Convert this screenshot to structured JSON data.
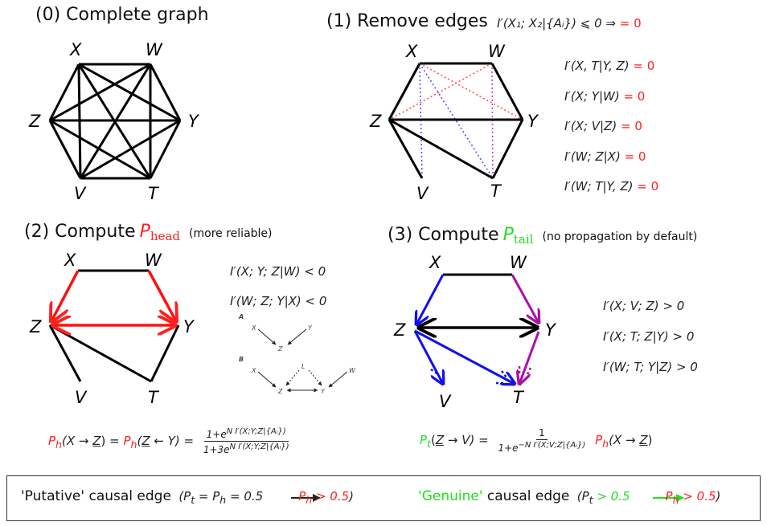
{
  "panel0": {
    "title": "(0) Complete graph"
  },
  "panel1": {
    "title": "(1) Remove edges",
    "rule": "I′(X₁; X₂|{Aᵢ}) ⩽ 0  ⇒",
    "rule_result": "= 0",
    "conditions": [
      {
        "expr": "I′(X, T|Y, Z)",
        "val": "= 0"
      },
      {
        "expr": "I′(X; Y|W)",
        "val": "= 0"
      },
      {
        "expr": "I′(X; V|Z)",
        "val": "= 0"
      },
      {
        "expr": "I′(W; Z|X)",
        "val": "= 0"
      },
      {
        "expr": "I′(W; T|Y, Z)",
        "val": "= 0"
      }
    ]
  },
  "panel2": {
    "title": "(2) Compute",
    "p_symbol": "P",
    "p_sub": "head",
    "note": "(more reliable)",
    "conditions": [
      "I′(X; Y; Z|W) < 0",
      "I′(W; Z; Y|X) < 0"
    ],
    "inset": {
      "label_a": "A",
      "label_b": "B",
      "nodes": [
        "X",
        "Y",
        "Z",
        "L",
        "W"
      ]
    }
  },
  "panel3": {
    "title": "(3) Compute",
    "p_symbol": "P",
    "p_sub": "tail",
    "note": "(no propagation by default)",
    "conditions": [
      "I′(X; V; Z) > 0",
      "I′(X; T; Z|Y) > 0",
      "I′(W; T; Y|Z) > 0"
    ]
  },
  "nodes": {
    "X": "X",
    "W": "W",
    "Z": "Z",
    "Y": "Y",
    "V": "V",
    "T": "T"
  },
  "formula_head": {
    "lhs1": "P",
    "lhs1_sub": "h",
    "lhs1_arg": "(X → ",
    "lhs1_u": "Z",
    "lhs1_end": ")",
    "eq": " = ",
    "lhs2": "P",
    "lhs2_sub": "h",
    "lhs2_arg": "(",
    "lhs2_u": "Z",
    "lhs2_end": " ← Y) =",
    "num": "1+e",
    "num_sup": "N I′(X;Y;Z|{Aᵢ})",
    "den": "1+3e",
    "den_sup": "N I′(X;Y;Z|{Aᵢ})"
  },
  "formula_tail": {
    "p": "P",
    "p_sub": "t",
    "arg_open": "(",
    "arg_u": "Z",
    "arg_end": " → V) =",
    "num": "1",
    "den": "1+e",
    "den_sup": "−N I′(X;V;Z|{Aᵢ})",
    "ph": "P",
    "ph_sub": "h",
    "ph_arg": "(X → ",
    "ph_u": "Z",
    "ph_end": ")"
  },
  "legend": {
    "putative": "'Putative' causal edge",
    "putative_cond": "(P",
    "putative_t": "t",
    "putative_mid": " = P",
    "putative_h": "h",
    "putative_val": " = 0.5",
    "putative_res": "P",
    "putative_res_sub": "h",
    "putative_res_val": " > 0.5",
    "putative_close": ")",
    "genuine_q1": "'",
    "genuine_word": "Genuine",
    "genuine_q2": "'",
    "genuine_rest": " causal edge",
    "genuine_cond": "(P",
    "genuine_t": "t",
    "genuine_val": " > 0.5",
    "genuine_res": "P",
    "genuine_res_sub": "h",
    "genuine_res_val": " > 0.5",
    "genuine_close": ")"
  },
  "colors": {
    "red": "#ff2020",
    "green": "#22dd22",
    "blue": "#1010ee",
    "purple": "#aa10aa"
  }
}
